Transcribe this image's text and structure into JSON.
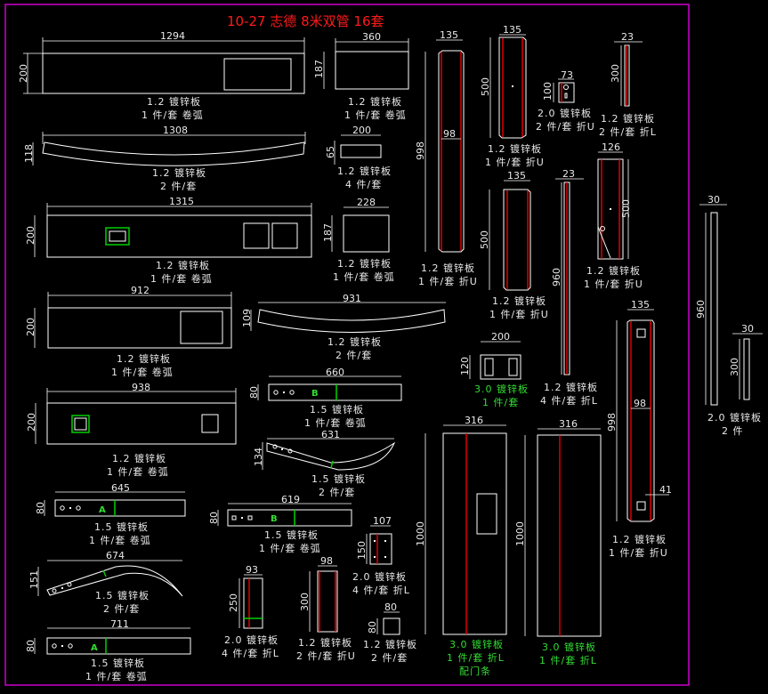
{
  "title": "10-27 志德 8米双管 16套",
  "colors": {
    "background": "#000000",
    "border": "#cc00cc",
    "outline": "#ffffff",
    "bend_line": "#ff0000",
    "highlight": "#33dd33",
    "title": "#ff1a1a"
  },
  "parts": [
    {
      "id": "p1",
      "dims": [
        "1294",
        "200"
      ],
      "material": "1.2 镀锌板",
      "qty": "1 件/套 卷弧"
    },
    {
      "id": "p2",
      "dims": [
        "360",
        "187"
      ],
      "material": "1.2 镀锌板",
      "qty": "1 件/套 卷弧"
    },
    {
      "id": "p3",
      "dims": [
        "1308",
        "118"
      ],
      "material": "1.2 镀锌板",
      "qty": "2 件/套"
    },
    {
      "id": "p4",
      "dims": [
        "200",
        "65"
      ],
      "material": "1.2 镀锌板",
      "qty": "4 件/套"
    },
    {
      "id": "p5",
      "dims": [
        "1315",
        "200"
      ],
      "material": "1.2 镀锌板",
      "qty": "1 件/套 卷弧"
    },
    {
      "id": "p6",
      "dims": [
        "228",
        "187"
      ],
      "material": "1.2 镀锌板",
      "qty": "1 件/套 卷弧"
    },
    {
      "id": "p7",
      "dims": [
        "912",
        "200"
      ],
      "material": "1.2 镀锌板",
      "qty": "1 件/套 卷弧"
    },
    {
      "id": "p8",
      "dims": [
        "931",
        "109"
      ],
      "material": "1.2 镀锌板",
      "qty": "2 件/套"
    },
    {
      "id": "p9",
      "dims": [
        "660",
        "80"
      ],
      "material": "1.5 镀锌板",
      "qty": "1 件/套 卷弧",
      "mark": "B"
    },
    {
      "id": "p10",
      "dims": [
        "938",
        "200"
      ],
      "material": "1.2 镀锌板",
      "qty": "1 件/套 卷弧"
    },
    {
      "id": "p11",
      "dims": [
        "631",
        "134"
      ],
      "material": "1.5 镀锌板",
      "qty": "2 件/套"
    },
    {
      "id": "p12",
      "dims": [
        "645",
        "80"
      ],
      "material": "1.5 镀锌板",
      "qty": "1 件/套 卷弧",
      "mark": "A"
    },
    {
      "id": "p13",
      "dims": [
        "619",
        "80"
      ],
      "material": "1.5 镀锌板",
      "qty": "1 件/套 卷弧",
      "mark": "B"
    },
    {
      "id": "p14",
      "dims": [
        "674",
        "151"
      ],
      "material": "1.5 镀锌板",
      "qty": "2 件/套"
    },
    {
      "id": "p15",
      "dims": [
        "711",
        "80"
      ],
      "material": "1.5 镀锌板",
      "qty": "1 件/套 卷弧",
      "mark": "A"
    },
    {
      "id": "p16",
      "dims": [
        "93",
        "250"
      ],
      "material": "2.0 镀锌板",
      "qty": "4 件/套 折L"
    },
    {
      "id": "p17",
      "dims": [
        "98",
        "300"
      ],
      "material": "1.2 镀锌板",
      "qty": "2 件/套 折U"
    },
    {
      "id": "p18",
      "dims": [
        "107",
        "150"
      ],
      "material": "2.0 镀锌板",
      "qty": "4 件/套 折L"
    },
    {
      "id": "p19",
      "dims": [
        "80",
        "80"
      ],
      "material": "1.2 镀锌板",
      "qty": "2 件/套"
    },
    {
      "id": "p20",
      "dims": [
        "135",
        "98",
        "998"
      ],
      "material": "1.2 镀锌板",
      "qty": "1 件/套 折U"
    },
    {
      "id": "p21",
      "dims": [
        "135",
        "500"
      ],
      "material": "1.2 镀锌板",
      "qty": "1 件/套 折U"
    },
    {
      "id": "p22",
      "dims": [
        "73",
        "100"
      ],
      "material": "2.0 镀锌板",
      "qty": "2 件/套 折U"
    },
    {
      "id": "p23",
      "dims": [
        "23",
        "300"
      ],
      "material": "1.2 镀锌板",
      "qty": "2 件/套 折L"
    },
    {
      "id": "p24",
      "dims": [
        "135",
        "500"
      ],
      "material": "1.2 镀锌板",
      "qty": "1 件/套 折U"
    },
    {
      "id": "p25",
      "dims": [
        "23",
        "960"
      ],
      "material": "1.2 镀锌板",
      "qty": "4 件/套 折L"
    },
    {
      "id": "p26",
      "dims": [
        "126",
        "500"
      ],
      "material": "1.2 镀锌板",
      "qty": "1 件/套 折U"
    },
    {
      "id": "p27",
      "dims": [
        "200",
        "120"
      ],
      "material": "3.0 镀锌板",
      "qty": "1 件/套",
      "highlight": true
    },
    {
      "id": "p28",
      "dims": [
        "135",
        "98",
        "998",
        "41"
      ],
      "material": "1.2 镀锌板",
      "qty": "1 件/套 折U"
    },
    {
      "id": "p29",
      "dims": [
        "316",
        "1000"
      ],
      "material": "3.0 镀锌板",
      "qty": "1 件/套 折L",
      "note": "配门条",
      "highlight": true
    },
    {
      "id": "p30",
      "dims": [
        "316",
        "1000"
      ],
      "material": "3.0 镀锌板",
      "qty": "1 件/套 折L",
      "highlight": true
    },
    {
      "id": "p31",
      "dims": [
        "30",
        "960",
        "30",
        "300"
      ],
      "material": "2.0 镀锌板",
      "qty": "2 件"
    }
  ]
}
